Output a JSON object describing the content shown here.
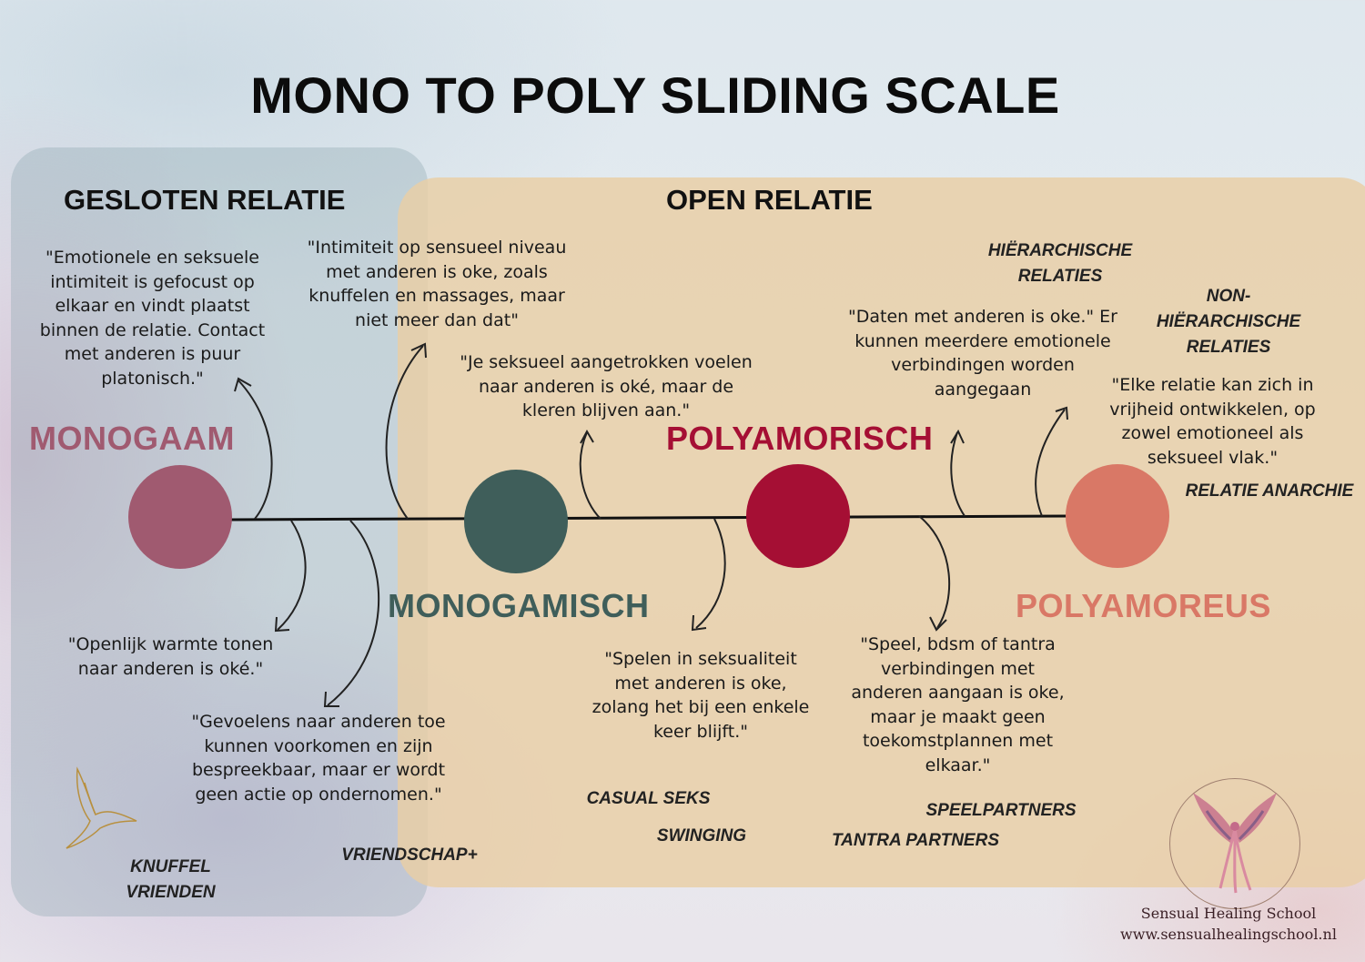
{
  "title": "MONO TO POLY SLIDING SCALE",
  "sections": {
    "closed": "GESLOTEN RELATIE",
    "open": "OPEN RELATIE"
  },
  "stages": [
    {
      "label": "MONOGAAM",
      "color": "#a05a70"
    },
    {
      "label": "MONOGAMISCH",
      "color": "#3f5e5a"
    },
    {
      "label": "POLYAMORISCH",
      "color": "#a50f34"
    },
    {
      "label": "POLYAMOREUS",
      "color": "#d97866"
    }
  ],
  "quotes": {
    "q1": "\"Emotionele en seksuele intimiteit is gefocust op elkaar en vindt plaatst binnen de relatie. Contact met anderen is puur platonisch.\"",
    "q2": "\"Intimiteit op sensueel niveau met anderen is oke, zoals knuffelen en massages, maar niet meer dan dat\"",
    "q3": "\"Je seksueel aangetrokken voelen naar anderen is oké, maar de kleren blijven aan.\"",
    "q4": "\"Daten met anderen is oke.\" Er kunnen meerdere emotionele verbindingen worden aangegaan",
    "q5": "\"Elke relatie kan zich in vrijheid ontwikkelen, op zowel emotioneel als seksueel vlak.\"",
    "q6": "\"Openlijk warmte tonen naar anderen is oké.\"",
    "q7": "\"Gevoelens naar anderen toe kunnen voorkomen en zijn bespreekbaar, maar er wordt geen actie op ondernomen.\"",
    "q8": "\"Spelen in seksualiteit met anderen is oke, zolang het bij een enkele keer blijft.\"",
    "q9": "\"Speel, bdsm of tantra verbindingen met anderen aangaan is oke, maar je maakt geen toekomstplannen met elkaar.\""
  },
  "tags": {
    "hierarchical": "HIËRARCHISCHE RELATIES",
    "non_hierarchical": "NON-HIËRARCHISCHE RELATIES",
    "anarchy": "RELATIE ANARCHIE",
    "cuddle": "KNUFFEL VRIENDEN",
    "friendship": "VRIENDSCHAP+",
    "casual": "CASUAL SEKS",
    "swinging": "SWINGING",
    "tantra": "TANTRA PARTNERS",
    "play": "SPEELPARTNERS"
  },
  "footer": {
    "name": "Sensual Healing School",
    "url": "www.sensualhealingschool.nl"
  }
}
